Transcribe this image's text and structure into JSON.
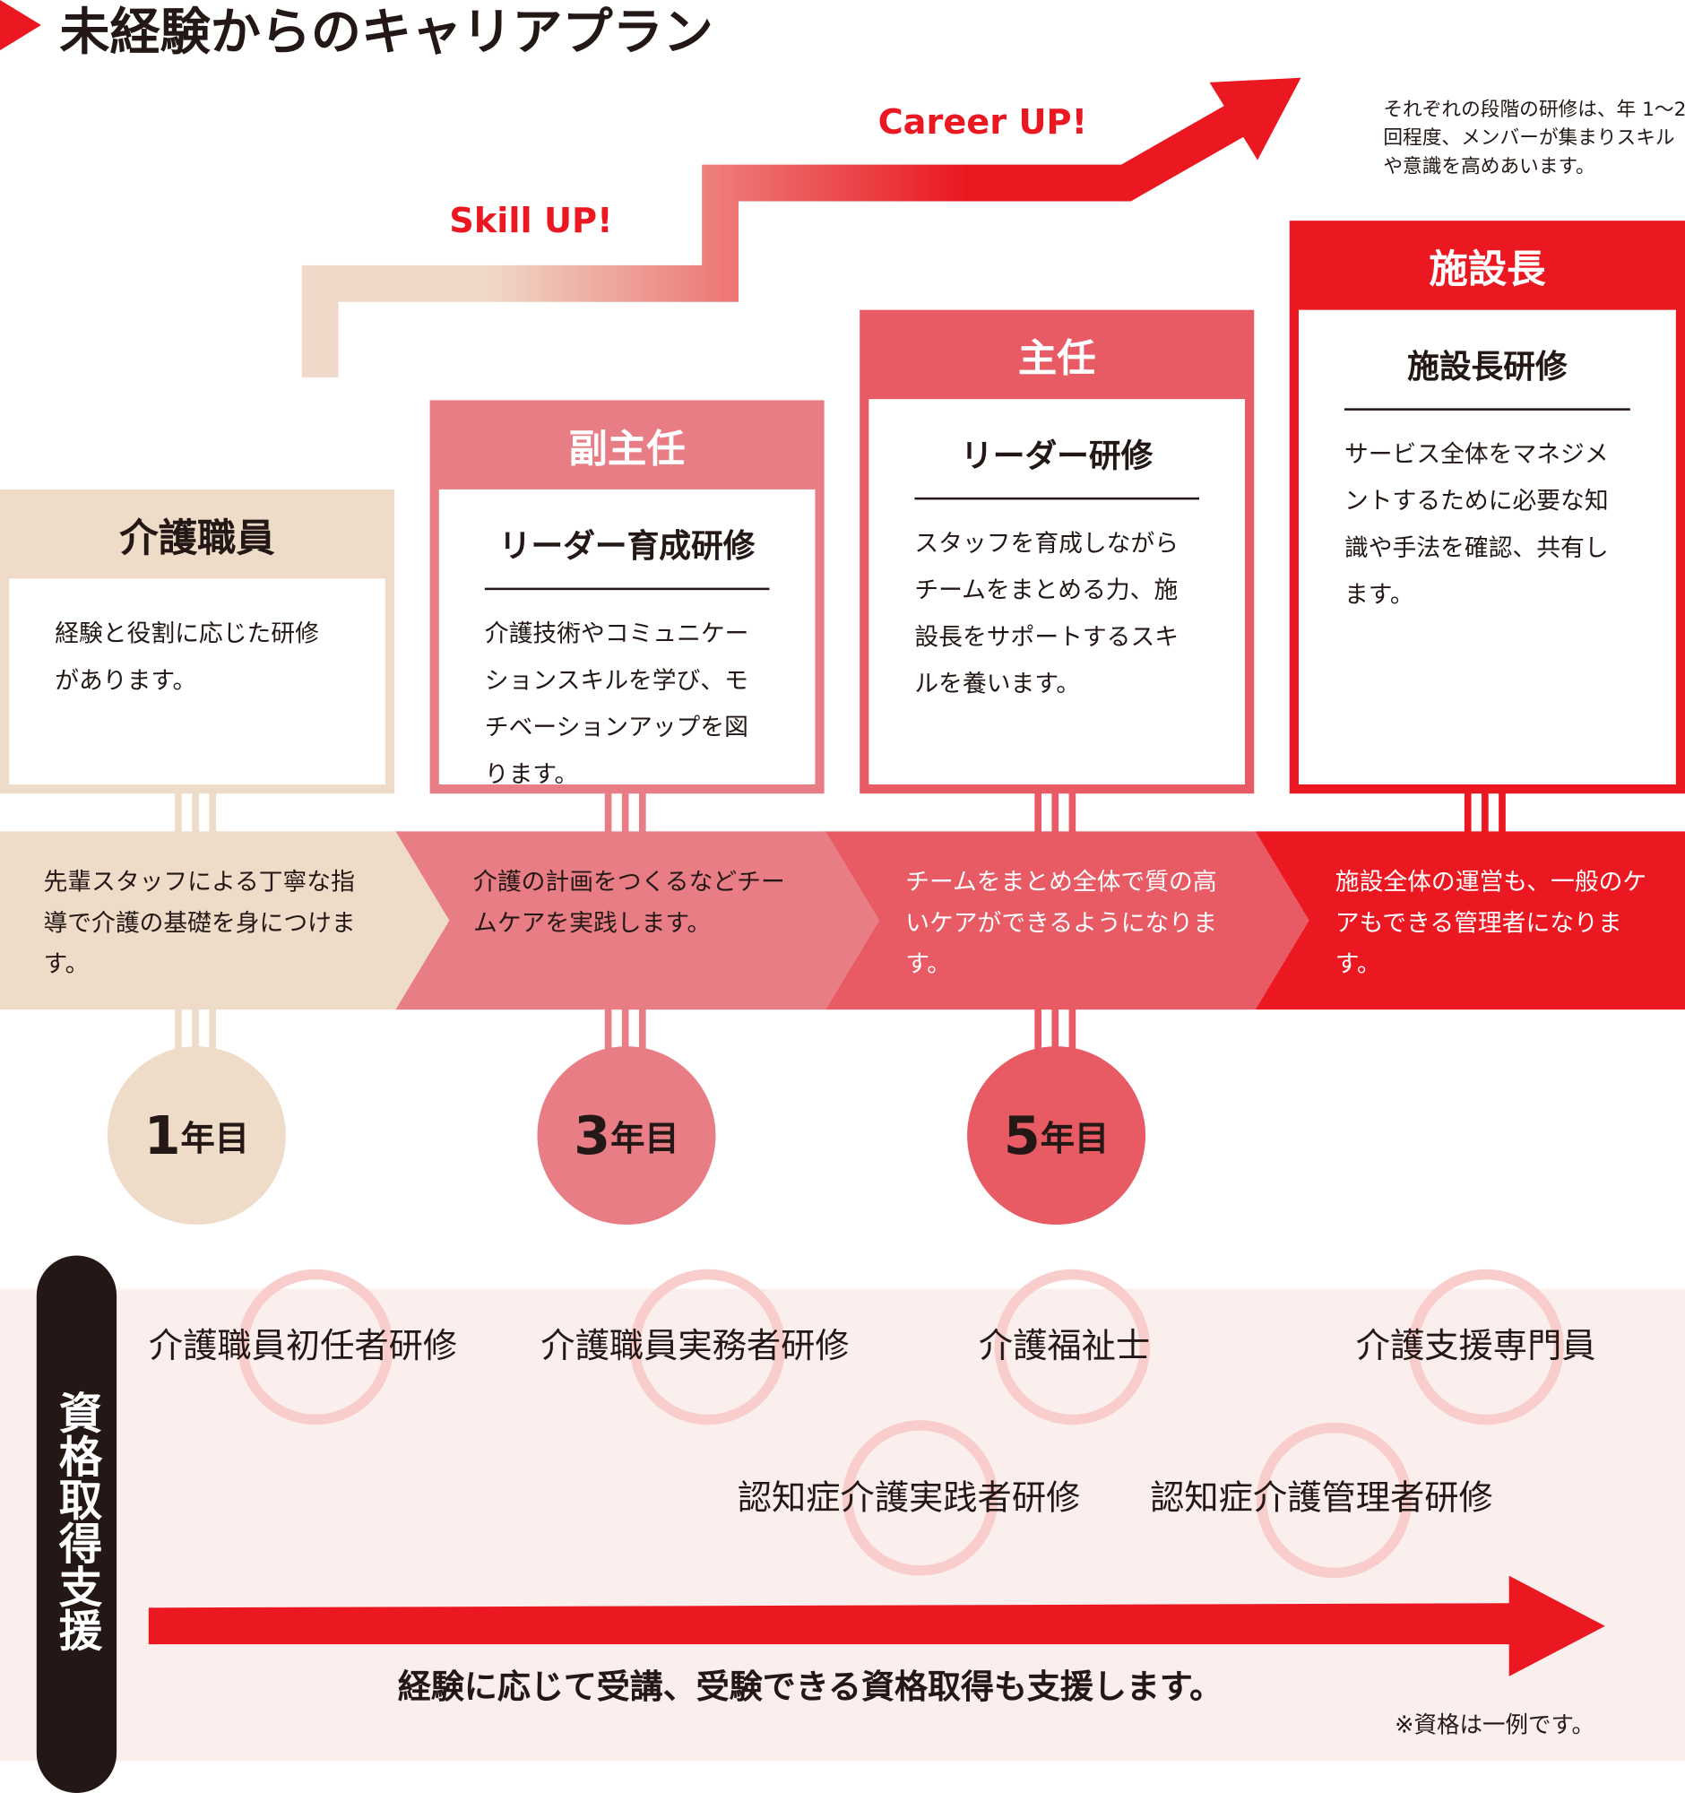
{
  "title": "未経験からのキャリアプラン",
  "note": "それぞれの段階の研修は、年 1～2 回程度、メンバーが集まりスキルや意識を高めあいます。",
  "labels": {
    "skill_up": "Skill UP!",
    "career_up": "Career UP!"
  },
  "colors": {
    "beige": "#EEDBC8",
    "pink": "#E87D86",
    "rose": "#E85B65",
    "red": "#EB1721",
    "dark": "#231815",
    "bg": "#FBEFEE"
  },
  "stages": [
    {
      "role": "介護職員",
      "training": "",
      "desc": "経験と役割に応じた研修があります。",
      "band": "先輩スタッフによる丁寧な指導で介護の基礎を身につけます。",
      "year_num": "1",
      "year_unit": "年目"
    },
    {
      "role": "副主任",
      "training": "リーダー育成研修",
      "desc": "介護技術やコミュニケーションスキルを学び、モチベーションアップを図ります。",
      "band": "介護の計画をつくるなどチームケアを実践します。",
      "year_num": "3",
      "year_unit": "年目"
    },
    {
      "role": "主任",
      "training": "リーダー研修",
      "desc": "スタッフを育成しながらチームをまとめる力、施設長をサポートするスキルを養います。",
      "band": "チームをまとめ全体で質の高いケアができるようになります。",
      "year_num": "5",
      "year_unit": "年目"
    },
    {
      "role": "施設長",
      "training": "施設長研修",
      "desc": "サービス全体をマネジメントするために必要な知識や手法を確認、共有します。",
      "band": "施設全体の運営も、一般のケアもできる管理者になります。"
    }
  ],
  "support": {
    "label": "資格取得支援",
    "qualifications": [
      "介護職員初任者研修",
      "介護職員実務者研修",
      "介護福祉士",
      "介護支援専門員",
      "認知症介護実践者研修",
      "認知症介護管理者研修"
    ],
    "message": "経験に応じて受講、受験できる資格取得も支援します。",
    "footnote": "※資格は一例です。"
  }
}
